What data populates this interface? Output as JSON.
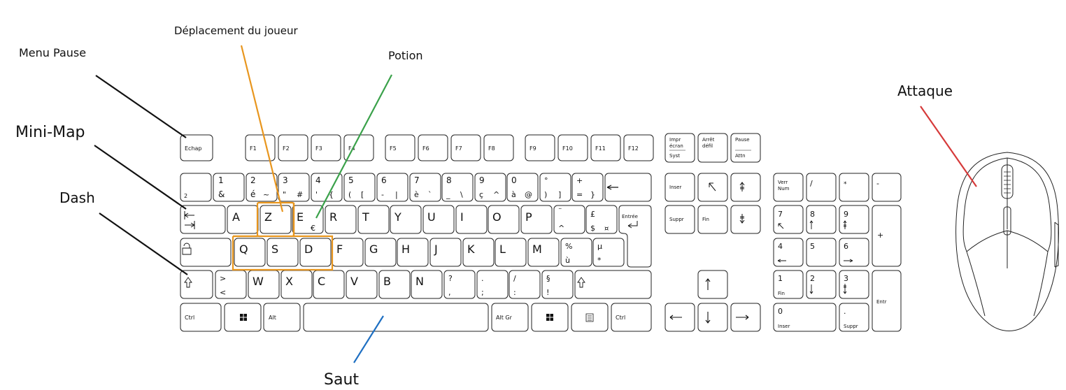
{
  "annotations": {
    "menu_pause": "Menu Pause",
    "player_move": "Déplacement du joueur",
    "potion": "Potion",
    "minimap": "Mini-Map",
    "dash": "Dash",
    "jump": "Saut",
    "attack": "Attaque"
  },
  "colors": {
    "move": "#e8961e",
    "potion": "#3aa14a",
    "jump": "#1e6fc2",
    "attack": "#d63a3a",
    "line": "#111111"
  },
  "keys": {
    "esc": "Echap",
    "f": [
      "F1",
      "F2",
      "F3",
      "F4",
      "F5",
      "F6",
      "F7",
      "F8",
      "F9",
      "F10",
      "F11",
      "F12"
    ],
    "sys": [
      [
        "Impr",
        "écran",
        "Syst"
      ],
      [
        "Arrêt",
        "défil",
        ""
      ],
      [
        "Pause",
        "",
        "Attn"
      ]
    ],
    "row1": [
      [
        "",
        "2",
        ""
      ],
      [
        "1",
        "&",
        ""
      ],
      [
        "2",
        "é",
        "~"
      ],
      [
        "3",
        "\"",
        "#"
      ],
      [
        "4",
        "'",
        "{"
      ],
      [
        "5",
        "(",
        "["
      ],
      [
        "6",
        "-",
        "|"
      ],
      [
        "7",
        "è",
        "`"
      ],
      [
        "8",
        "_",
        "\\"
      ],
      [
        "9",
        "ç",
        "^"
      ],
      [
        "0",
        "à",
        "@"
      ],
      [
        "°",
        ")",
        "]"
      ],
      [
        "+",
        "=",
        "}"
      ]
    ],
    "row2": [
      "A",
      "Z",
      "E",
      "R",
      "T",
      "Y",
      "U",
      "I",
      "O",
      "P"
    ],
    "row2_extra": [
      [
        "¨",
        "^",
        ""
      ],
      [
        "£",
        "$",
        "¤"
      ]
    ],
    "euro": "€",
    "enter": "Entrée",
    "row3": [
      "Q",
      "S",
      "D",
      "F",
      "G",
      "H",
      "J",
      "K",
      "L",
      "M"
    ],
    "row3_extra": [
      [
        "%",
        "ù"
      ],
      [
        "µ",
        "*"
      ]
    ],
    "row4_lt": [
      ">",
      "<"
    ],
    "row4": [
      "W",
      "X",
      "C",
      "V",
      "B",
      "N"
    ],
    "row4_extra": [
      [
        "?",
        ","
      ],
      [
        ".",
        ";"
      ],
      [
        "/",
        ":"
      ],
      [
        "§",
        "!"
      ]
    ],
    "ctrl": "Ctrl",
    "alt": "Alt",
    "altgr": "Alt Gr",
    "inser": "Inser",
    "suppr": "Suppr",
    "fin": "Fin",
    "verr_num": [
      "Verr",
      "Num"
    ],
    "np_div": "/",
    "np_mul": "*",
    "np_minus": "-",
    "np_plus": "+",
    "np_enter": "Entr",
    "np": [
      [
        "7",
        ""
      ],
      [
        "8",
        ""
      ],
      [
        "9",
        ""
      ],
      [
        "4",
        ""
      ],
      [
        "5",
        ""
      ],
      [
        "6",
        ""
      ],
      [
        "1",
        "Fin"
      ],
      [
        "2",
        ""
      ],
      [
        "3",
        ""
      ]
    ],
    "np0": [
      "0",
      "Inser"
    ],
    "np_dot": [
      ".",
      "Suppr"
    ]
  }
}
